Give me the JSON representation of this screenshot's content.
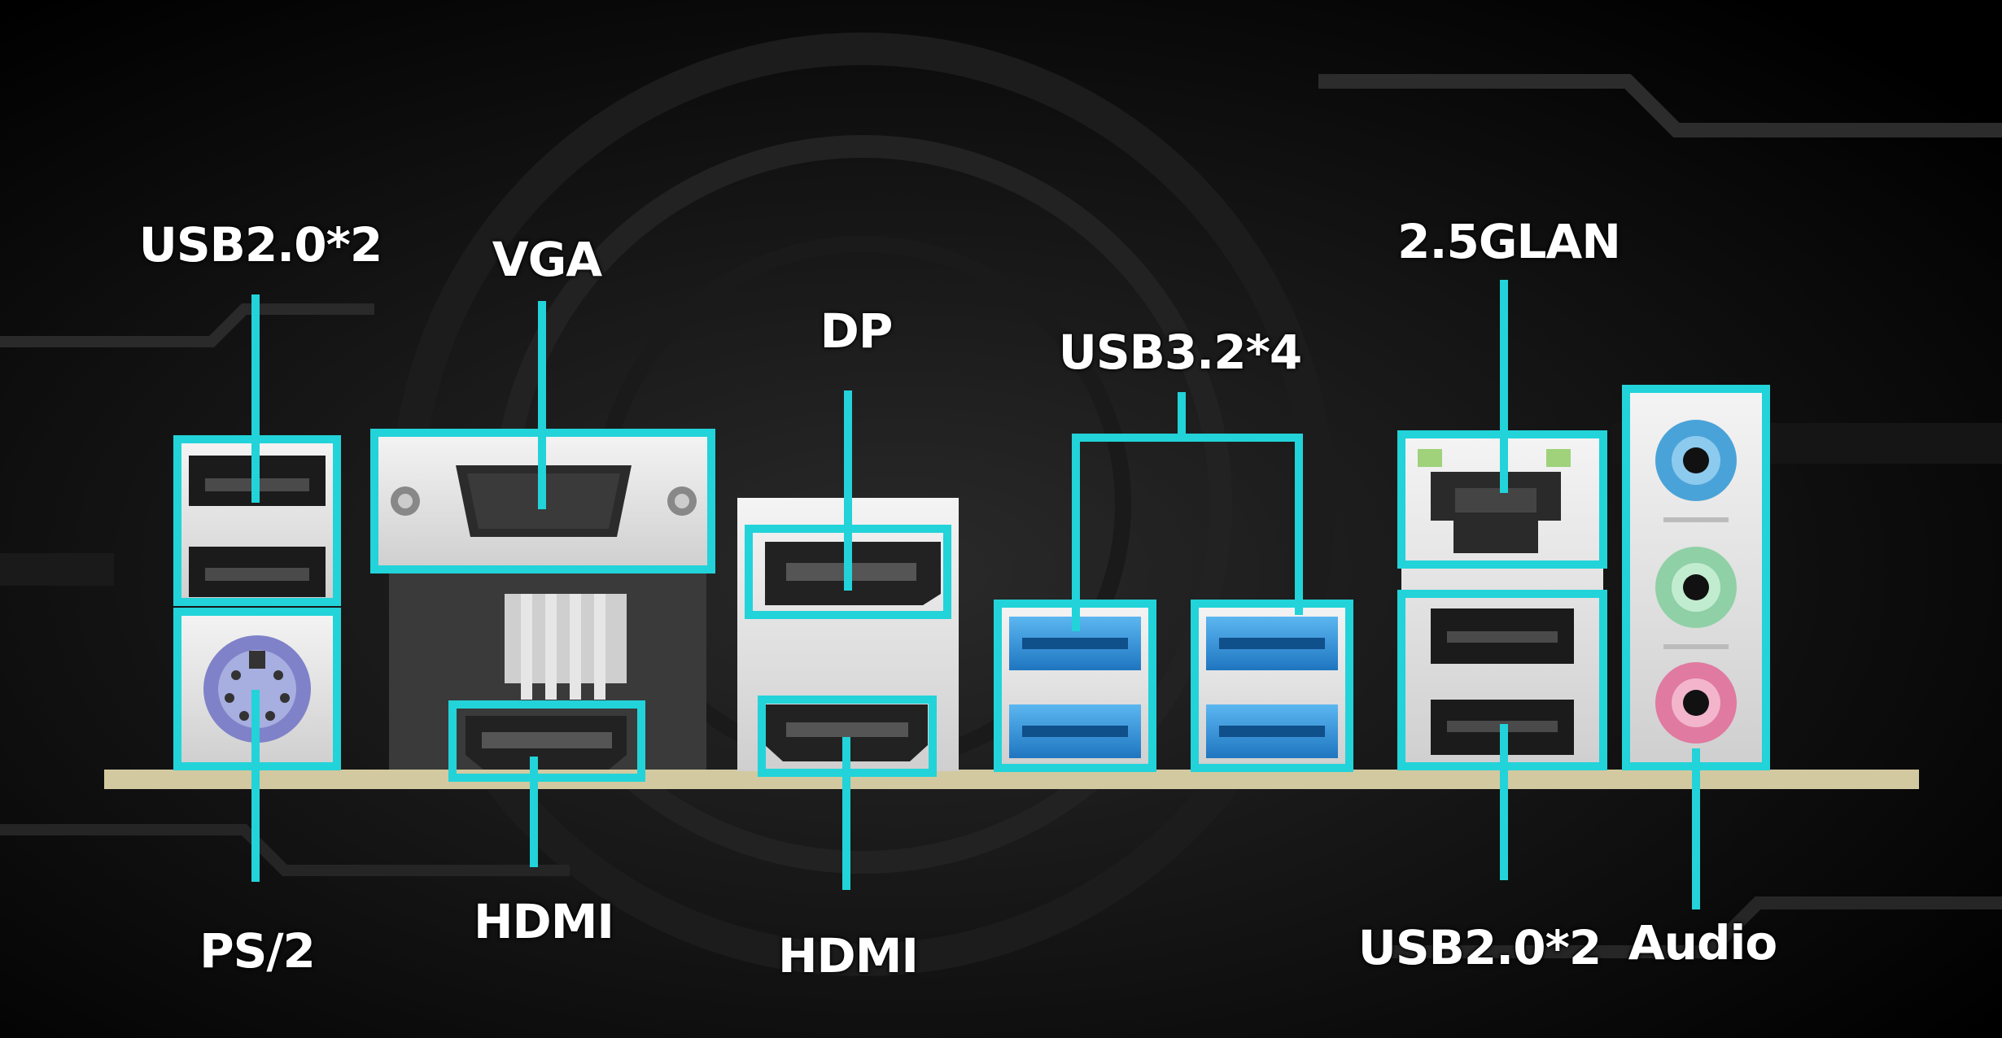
{
  "labels": {
    "usb20_top": "USB2.0*2",
    "vga": "VGA",
    "dp": "DP",
    "usb32": "USB3.2*4",
    "glan": "2.5GLAN",
    "ps2": "PS/2",
    "hdmi_1": "HDMI",
    "hdmi_2": "HDMI",
    "usb20_bottom": "USB2.0*2",
    "audio": "Audio"
  },
  "colors": {
    "highlight": "#22d3d9",
    "background": "#000000",
    "usb3_blue": "#2f8fd6",
    "pcb_board": "#d3c9a0",
    "audio_blue": "#4aa3d8",
    "audio_green": "#8fd0a6",
    "audio_pink": "#e07aa0",
    "ps2_purple": "#7f82c8",
    "lan_led": "#9fd27a"
  }
}
